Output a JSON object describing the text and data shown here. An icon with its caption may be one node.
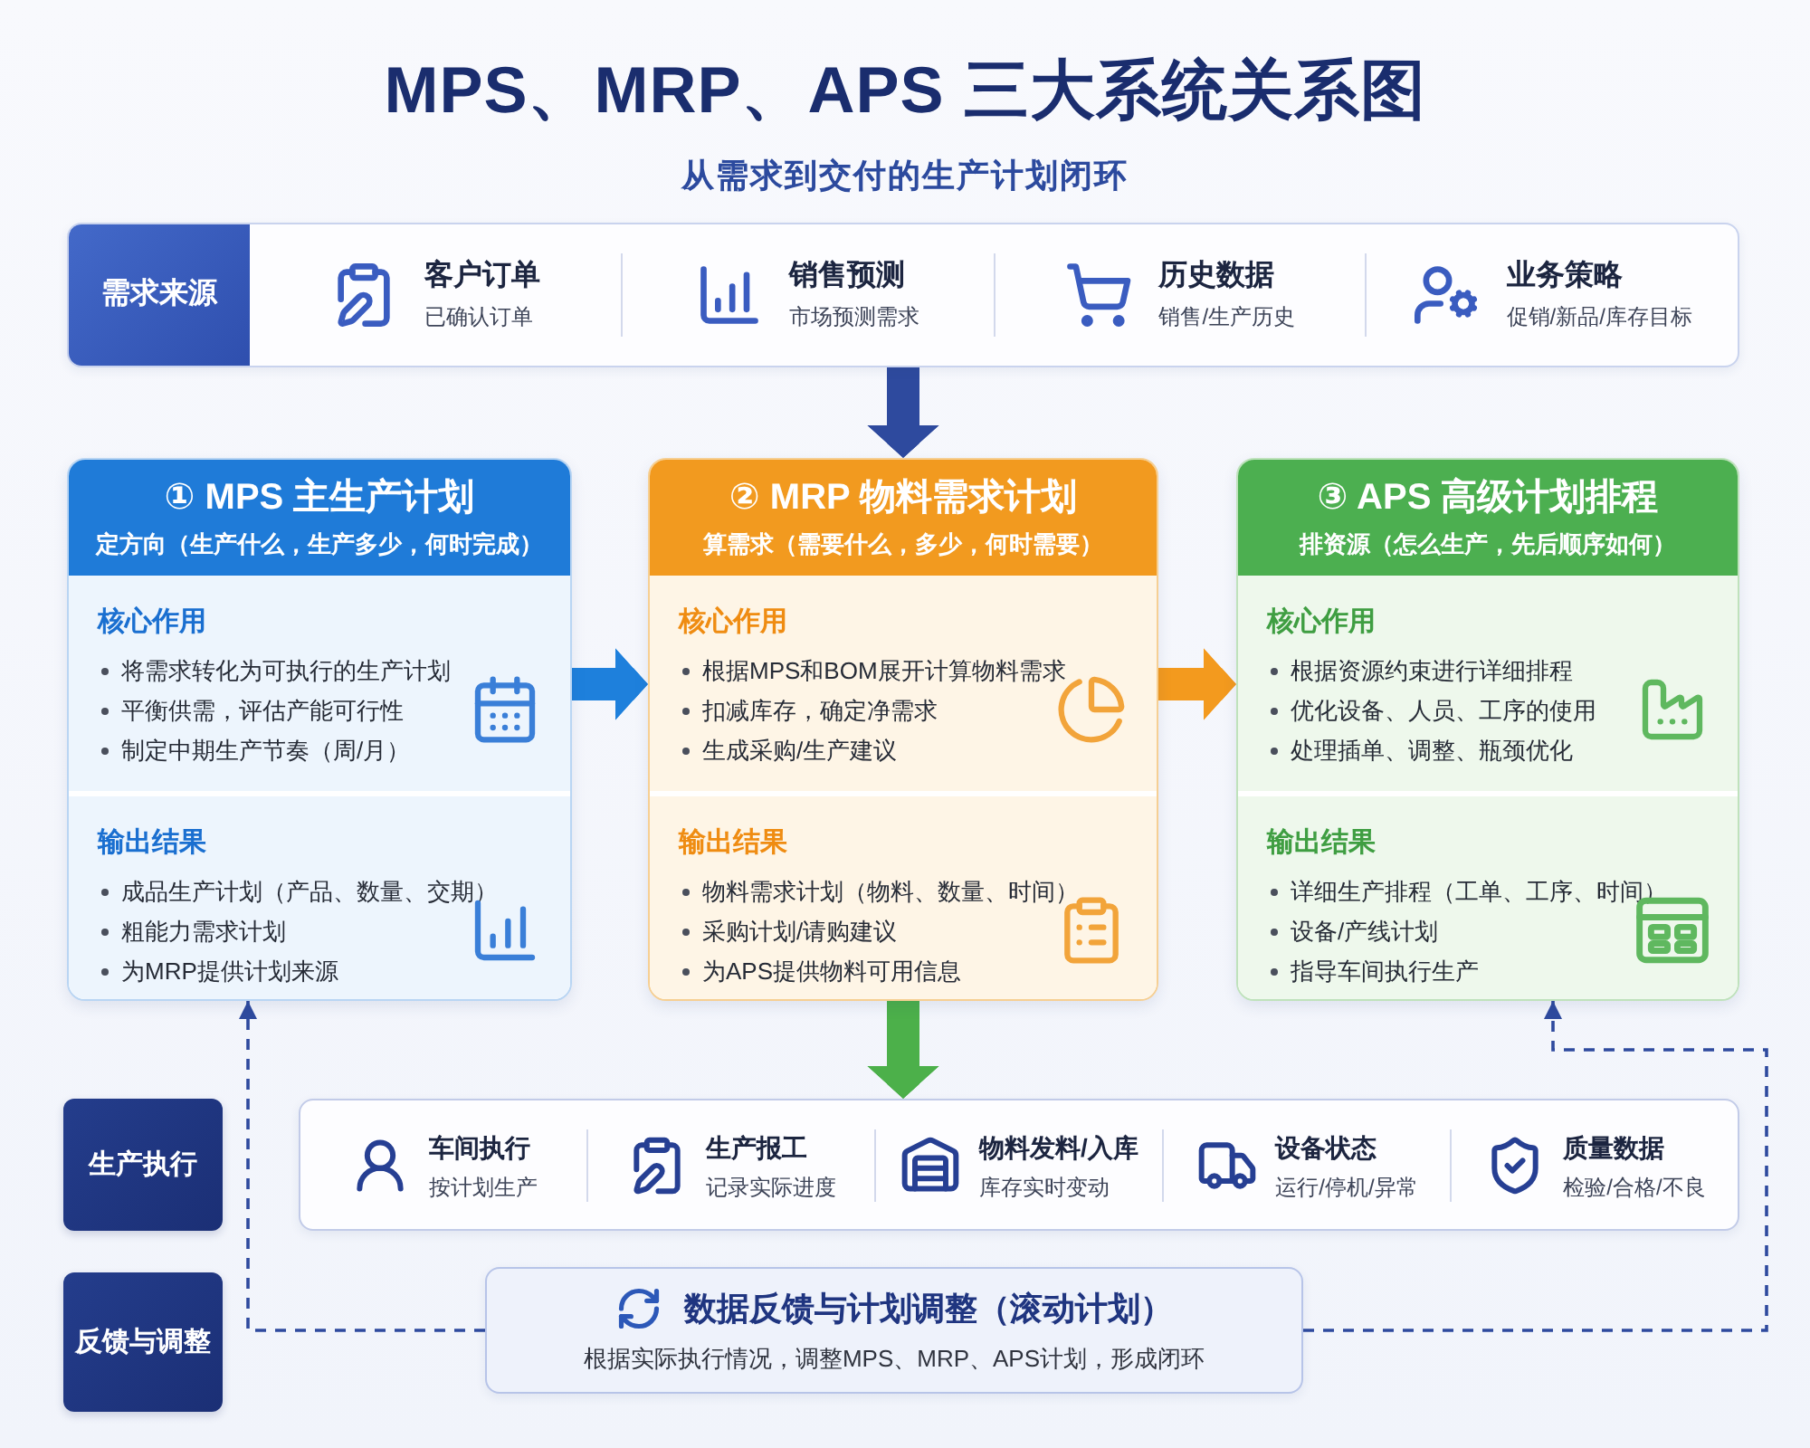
{
  "diagram": {
    "title": "MPS、MRP、APS 三大系统关系图",
    "nodes": [
      {
        "text": [
          "需求来源",
          "客户订单",
          "已确认订单",
          "销售预测",
          "市场预测需求",
          "历史数据",
          "销售/生产历史",
          "业务策略",
          "促销/新品/库存目标"
        ]
      },
      {
        "text": [
          "① MPS 主生产计划",
          "定方向（生产什么，生产多少，何时完成）"
        ]
      },
      {
        "text": [
          "核心作用",
          "将需求转化为可执行的生产计划",
          "平衡供需，评估产能可行性",
          "制定中期生产节奏（周/月）"
        ],
        "in": 1
      },
      {
        "text": [
          "输出结果",
          "成品生产计划（产品、数量、交期）",
          "粗能力需求计划",
          "为MRP提供计划来源"
        ],
        "in": 1
      },
      {
        "text": [
          "② MRP 物料需求计划",
          "算需求（需要什么，多少，何时需要）"
        ]
      },
      {
        "text": [
          "核心作用",
          "根据MPS和BOM展开计算物料需求",
          "扣减库存，确定净需求",
          "生成采购/生产建议"
        ],
        "in": 4
      },
      {
        "text": [
          "输出结果",
          "物料需求计划（物料、数量、时间）",
          "采购计划/请购建议",
          "为APS提供物料可用信息"
        ],
        "in": 4
      },
      {
        "text": [
          "③ APS 高级计划排程",
          "排资源（怎么生产，先后顺序如何）"
        ]
      },
      {
        "text": [
          "核心作用",
          "根据资源约束进行详细排程",
          "优化设备、人员、工序的使用",
          "处理插单、调整、瓶颈优化"
        ],
        "in": 7
      },
      {
        "text": [
          "输出结果",
          "详细生产排程（工单、工序、时间）",
          "设备/产线计划",
          "指导车间执行生产"
        ],
        "in": 7
      },
      {
        "text": [
          "生产执行"
        ]
      },
      {
        "text": [
          "车间执行",
          "按计划生产",
          "生产报工",
          "记录实际进度",
          "物料发料/入库",
          "库存实时变动",
          "设备状态",
          "运行/停机/异常",
          "质量数据",
          "检验/合格/不良"
        ]
      },
      {
        "text": [
          "反馈与调整"
        ]
      },
      {
        "text": [
          "数据反馈与计划调整（滚动计划）",
          "根据实际执行情况，调整MPS、MRP、APS计划，形成闭环"
        ]
      }
    ],
    "edges": [
      {
        "from": 0,
        "to": 4,
        "arrow": "to"
      },
      {
        "from": 1,
        "to": 4,
        "arrow": "to",
        "color": "#1e80dc"
      },
      {
        "from": 4,
        "to": 7,
        "arrow": "to",
        "color": "#f39a1e"
      },
      {
        "from": 4,
        "to": 11,
        "arrow": "to",
        "color": "#4cb04a"
      },
      {
        "from": 13,
        "to": 1,
        "arrow": "to",
        "style": "dashed"
      },
      {
        "from": 13,
        "to": 7,
        "arrow": "to",
        "style": "dashed"
      }
    ],
    "labels": [
      "从需求到交付的生产计划闭环"
    ]
  }
}
